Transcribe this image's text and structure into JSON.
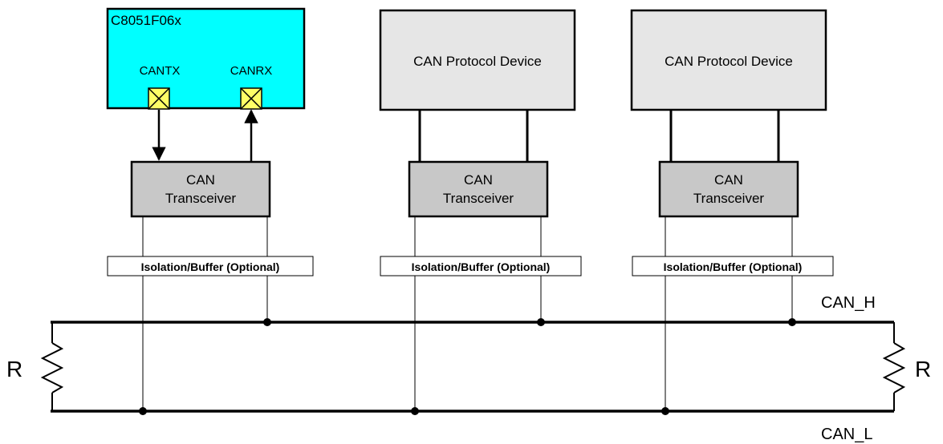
{
  "mcu": {
    "title": "C8051F06x",
    "tx_label": "CANTX",
    "rx_label": "CANRX"
  },
  "protocol_devices": [
    {
      "label": "CAN Protocol Device"
    },
    {
      "label": "CAN Protocol Device"
    }
  ],
  "transceivers": [
    {
      "line1": "CAN",
      "line2": "Transceiver"
    },
    {
      "line1": "CAN",
      "line2": "Transceiver"
    },
    {
      "line1": "CAN",
      "line2": "Transceiver"
    }
  ],
  "isolation_buffers": [
    {
      "label": "Isolation/Buffer (Optional)"
    },
    {
      "label": "Isolation/Buffer (Optional)"
    },
    {
      "label": "Isolation/Buffer (Optional)"
    }
  ],
  "bus": {
    "high_label": "CAN_H",
    "low_label": "CAN_L"
  },
  "terminations": {
    "left_label": "R",
    "right_label": "R"
  },
  "colors": {
    "mcu_fill": "#00FFFF",
    "pin_fill": "#FFFF66",
    "protocol_device_fill": "#E6E6E6",
    "transceiver_fill": "#C8C8C8",
    "line": "#000000"
  }
}
